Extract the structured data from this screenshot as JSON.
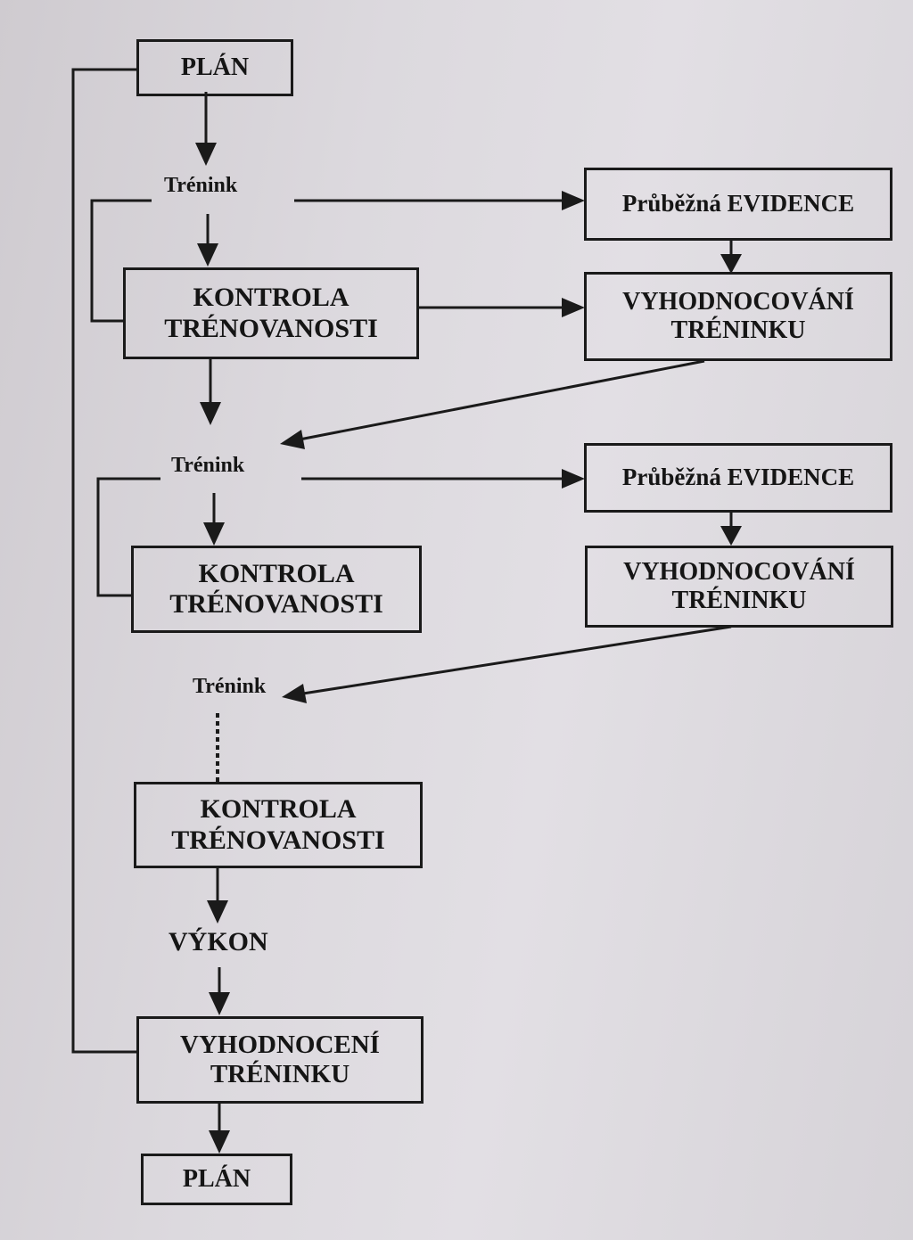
{
  "diagram": {
    "nodes": {
      "plan_top": "PLÁN",
      "trenink_1": "Trénink",
      "evidence_1": "Průběžná EVIDENCE",
      "kontrola_1": "KONTROLA\nTRÉNOVANOSTI",
      "vyhodnocovani_1": "VYHODNOCOVÁNÍ\nTRÉNINKU",
      "trenink_2": "Trénink",
      "evidence_2": "Průběžná EVIDENCE",
      "kontrola_2": "KONTROLA\nTRÉNOVANOSTI",
      "vyhodnocovani_2": "VYHODNOCOVÁNÍ\nTRÉNINKU",
      "trenink_3": "Trénink",
      "kontrola_3": "KONTROLA\nTRÉNOVANOSTI",
      "vykon": "VÝKON",
      "vyhodnoceni": "VYHODNOCENÍ\nTRÉNINKU",
      "plan_bottom": "PLÁN"
    },
    "edges": [
      {
        "from": "plan_top",
        "to": "trenink_1"
      },
      {
        "from": "trenink_1",
        "to": "kontrola_1"
      },
      {
        "from": "trenink_1",
        "to": "evidence_1"
      },
      {
        "from": "evidence_1",
        "to": "vyhodnocovani_1"
      },
      {
        "from": "kontrola_1",
        "to": "vyhodnocovani_1"
      },
      {
        "from": "kontrola_1",
        "to": "trenink_2"
      },
      {
        "from": "vyhodnocovani_1",
        "to": "trenink_2"
      },
      {
        "from": "trenink_2",
        "to": "kontrola_2"
      },
      {
        "from": "trenink_2",
        "to": "evidence_2"
      },
      {
        "from": "evidence_2",
        "to": "vyhodnocovani_2"
      },
      {
        "from": "vyhodnocovani_2",
        "to": "trenink_3"
      },
      {
        "from": "trenink_3",
        "to": "kontrola_3",
        "style": "dotted"
      },
      {
        "from": "kontrola_3",
        "to": "vykon"
      },
      {
        "from": "vykon",
        "to": "vyhodnoceni"
      },
      {
        "from": "vyhodnoceni",
        "to": "plan_bottom"
      },
      {
        "from": "vyhodnoceni",
        "to": "plan_top",
        "style": "feedback-loop"
      }
    ]
  }
}
